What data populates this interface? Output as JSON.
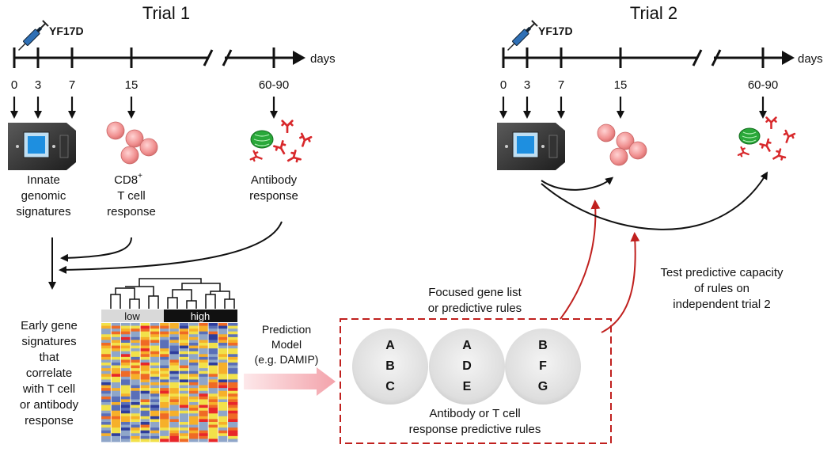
{
  "trial1": {
    "title": "Trial 1",
    "vaccine": "YF17D",
    "ticks": [
      "0",
      "3",
      "7",
      "15",
      "60-90"
    ],
    "days_label": "days",
    "innate_label": [
      "Innate",
      "genomic",
      "signatures"
    ],
    "cd8_label": [
      "CD8",
      "+",
      "T cell",
      "response"
    ],
    "antibody_label": [
      "Antibody",
      "response"
    ]
  },
  "trial2": {
    "title": "Trial 2",
    "vaccine": "YF17D",
    "ticks": [
      "0",
      "3",
      "7",
      "15",
      "60-90"
    ],
    "days_label": "days"
  },
  "early_signatures": [
    "Early gene",
    "signatures",
    "that",
    "correlate",
    "with T cell",
    "or antibody",
    "response"
  ],
  "heatmap": {
    "low_label": "low",
    "high_label": "high"
  },
  "prediction": [
    "Prediction",
    "Model",
    "(e.g. DAMIP)"
  ],
  "rules_box": {
    "top_label": [
      "Focused gene list",
      "or predictive rules"
    ],
    "bottom_label": [
      "Antibody or T cell",
      "response predictive rules"
    ],
    "circles": [
      [
        "A",
        "B",
        "C"
      ],
      [
        "A",
        "D",
        "E"
      ],
      [
        "B",
        "F",
        "G"
      ]
    ]
  },
  "test_label": [
    "Test predictive capacity",
    "of rules on",
    "independent trial 2"
  ],
  "colors": {
    "accent_red": "#c0201e",
    "arrow_pink": "#f3aab0",
    "cell_pink": "#f08f8f",
    "heat_low": "#3344aa",
    "heat_high": "#e8262a"
  }
}
